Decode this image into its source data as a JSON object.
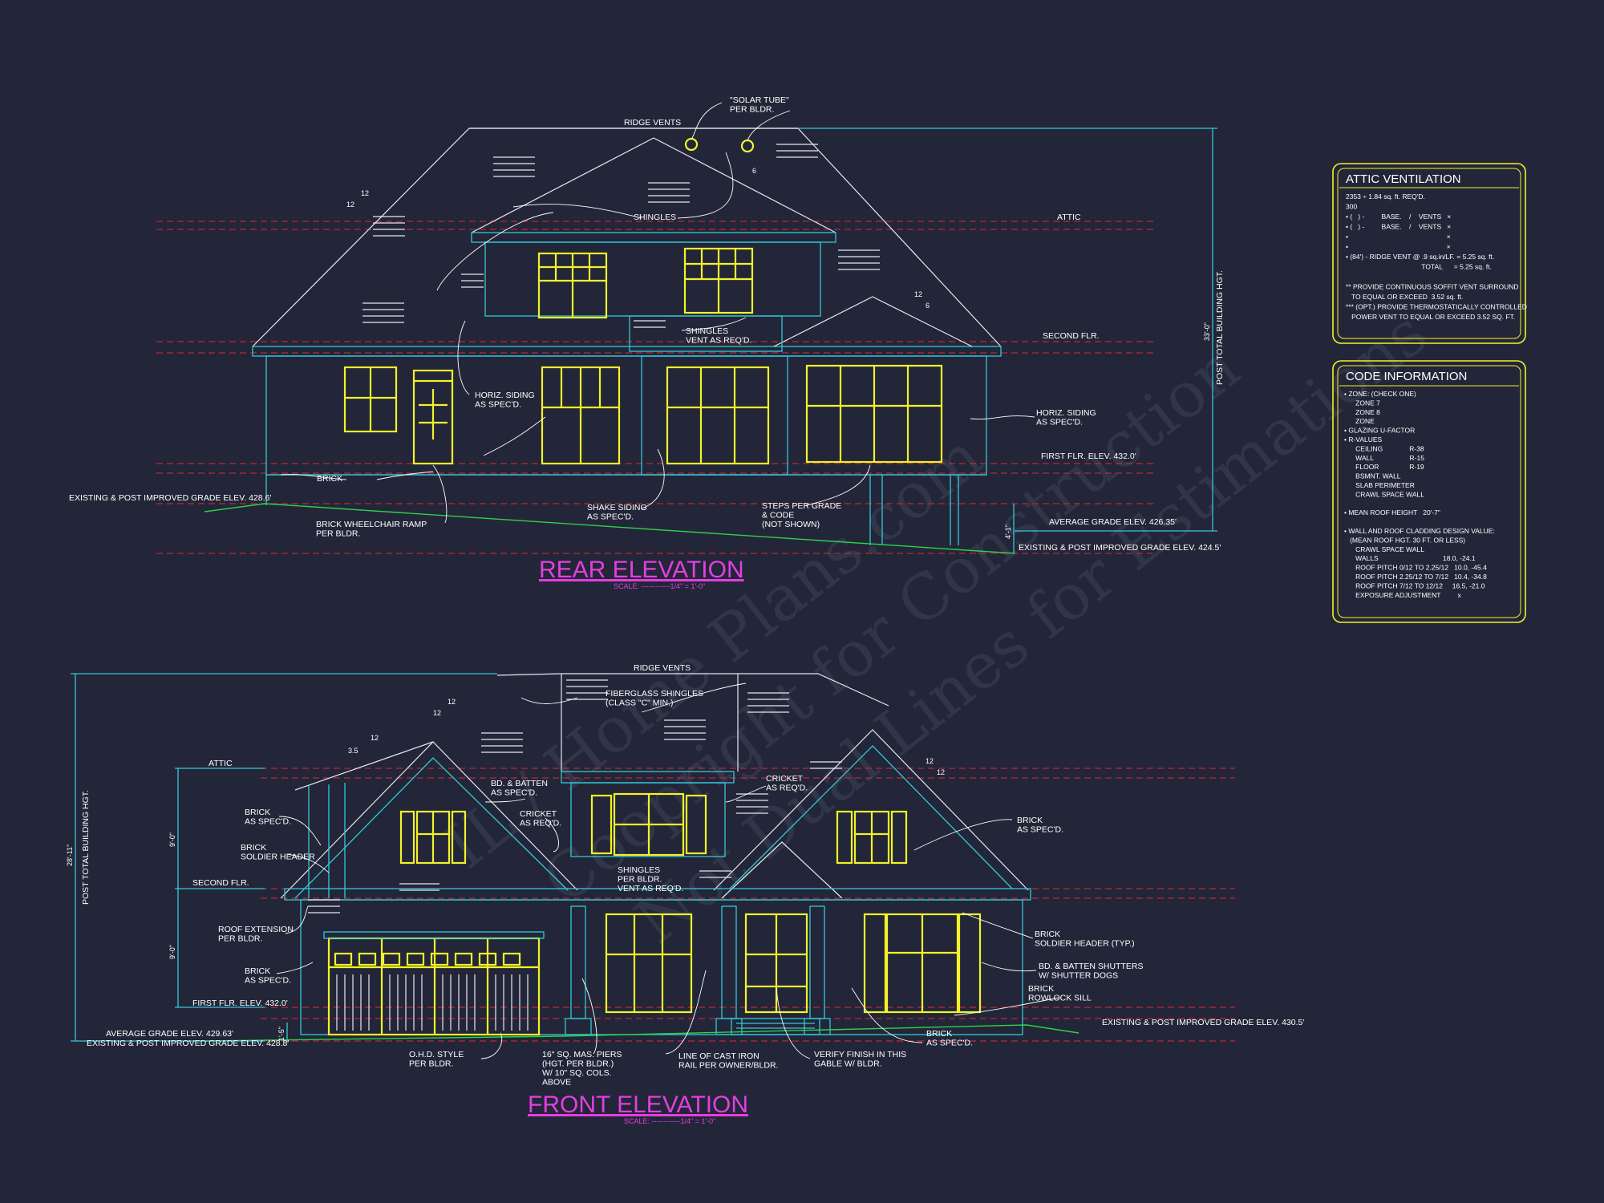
{
  "watermark": {
    "lines": [
      "IL / Home Plans.com",
      "Coopright for Construction",
      "Not Dual Lines for Estimations"
    ]
  },
  "rear": {
    "title": "REAR ELEVATION",
    "scale": "SCALE: ------------1/4\" = 1'-0\"",
    "labels": {
      "ridge_vents": "RIDGE VENTS",
      "solar_tube": "\"SOLAR TUBE\"\nPER BLDR.",
      "shingles": "SHINGLES",
      "attic": "ATTIC",
      "shingles_vent": "SHINGLES\nVENT AS REQ'D.",
      "second_flr": "SECOND FLR.",
      "horiz_siding_left": "HORIZ. SIDING\nAS SPEC'D.",
      "horiz_siding_right": "HORIZ. SIDING\nAS SPEC'D.",
      "first_flr": "FIRST FLR. ELEV. 432.0'",
      "brick": "BRICK",
      "existing_left": "EXISTING & POST IMPROVED GRADE ELEV. 428.6'",
      "wheelchair": "BRICK WHEELCHAIR RAMP\nPER BLDR.",
      "shake": "SHAKE SIDING\nAS SPEC'D.",
      "steps": "STEPS PER GRADE\n& CODE\n(NOT SHOWN)",
      "avg_grade": "AVERAGE GRADE ELEV. 426.35'",
      "existing_right": "EXISTING & POST IMPROVED GRADE ELEV. 424.5'",
      "height": "POST TOTAL BUILDING HGT.",
      "height_dim": "33'-0\"",
      "small_dim": "4'-1\"",
      "pitch_12a": "12",
      "pitch_12b": "12",
      "pitch_6a": "6",
      "pitch_12c": "12",
      "pitch_6b": "6"
    }
  },
  "front": {
    "title": "FRONT ELEVATION",
    "scale": "SCALE: ------------1/4\" = 1'-0\"",
    "labels": {
      "ridge_vents": "RIDGE VENTS",
      "fiberglass": "FIBERGLASS SHINGLES\n(CLASS \"C\" MIN.)",
      "attic": "ATTIC",
      "bd_batten": "BD. & BATTEN\nAS SPEC'D.",
      "cricket_l": "CRICKET\nAS REQ'D.",
      "cricket_r": "CRICKET\nAS REQ'D.",
      "brick_spec_1": "BRICK\nAS SPEC'D.",
      "brick_soldier": "BRICK\nSOLDIER HEADER",
      "second_flr": "SECOND FLR.",
      "roof_ext": "ROOF EXTENSION\nPER BLDR.",
      "brick_spec_2": "BRICK\nAS SPEC'D.",
      "first_flr": "FIRST FLR. ELEV. 432.0'",
      "avg_grade": "AVERAGE GRADE ELEV. 429.63'",
      "existing_left": "EXISTING & POST IMPROVED GRADE ELEV. 428.8'",
      "ohd": "O.H.D. STYLE\nPER BLDR.",
      "piers": "16\" SQ. MAS. PIERS\n(HGT. PER BLDR.)\nW/ 10\" SQ. COLS.\nABOVE",
      "rail": "LINE OF CAST IRON\nRAIL PER OWNER/BLDR.",
      "verify": "VERIFY FINISH IN THIS\nGABLE W/ BLDR.",
      "brick_spec_3": "BRICK\nAS SPEC'D.",
      "shingles_vent": "SHINGLES\nPER BLDR.\nVENT AS REQ'D.",
      "brick_spec_r": "BRICK\nAS SPEC'D.",
      "brick_soldier_typ": "BRICK\nSOLDIER HEADER (TYP.)",
      "shutters": "BD. & BATTEN SHUTTERS\nW/ SHUTTER DOGS",
      "rowlock": "BRICK\nROWLOCK SILL",
      "existing_right": "EXISTING & POST IMPROVED GRADE ELEV. 430.5'",
      "height": "POST TOTAL BUILDING HGT.",
      "height_dim": "28'-11\"",
      "dim_9a": "9'-0\"",
      "dim_9b": "9'-0\"",
      "dim_small": "1'-5\"",
      "pitch_12a": "12",
      "pitch_12b": "12",
      "pitch_35": "3.5",
      "pitch_12c": "12",
      "pitch_12d": "12",
      "pitch_12e": "12"
    }
  },
  "attic_ventilation": {
    "title": "ATTIC VENTILATION",
    "lines": [
      "2353 ÷ 1.84 sq. ft. REQ'D.",
      "300",
      "• (   ) -         BASE.    /    VENTS   ×",
      "• (   ) -         BASE.    /    VENTS   ×",
      "•                                                    ×",
      "•                                                    ×",
      "• (84') - RIDGE VENT @ .9 sq.in/LF. = 5.25 sq. ft.",
      "                                        TOTAL      = 5.25 sq. ft.",
      "",
      "** PROVIDE CONTINUOUS SOFFIT VENT SURROUND",
      "   TO EQUAL OR EXCEED  3.52 sq. ft.",
      "*** (OPT.) PROVIDE THERMOSTATICALLY CONTROLLED",
      "   POWER VENT TO EQUAL OR EXCEED 3.52 SQ. FT."
    ]
  },
  "code_information": {
    "title": "CODE INFORMATION",
    "lines": [
      "• ZONE: (CHECK ONE)",
      "      ZONE 7",
      "      ZONE 8",
      "      ZONE",
      "• GLAZING U-FACTOR",
      "• R-VALUES",
      "      CEILING              R-38",
      "      WALL                   R-15",
      "      FLOOR                R-19",
      "      BSMNT. WALL",
      "      SLAB PERIMETER",
      "      CRAWL SPACE WALL",
      "",
      "• MEAN ROOF HEIGHT   20'-7\"",
      "",
      "• WALL AND ROOF CLADDING DESIGN VALUE:",
      "   (MEAN ROOF HGT. 30 FT. OR LESS)",
      "      CRAWL SPACE WALL",
      "      WALLS                                  18.0, -24.1",
      "      ROOF PITCH 0/12 TO 2.25/12   10.0, -45.4",
      "      ROOF PITCH 2.25/12 TO 7/12   10.4, -34.8",
      "      ROOF PITCH 7/12 TO 12/12     16.5, -21.0",
      "      EXPOSURE ADJUSTMENT         x"
    ]
  }
}
